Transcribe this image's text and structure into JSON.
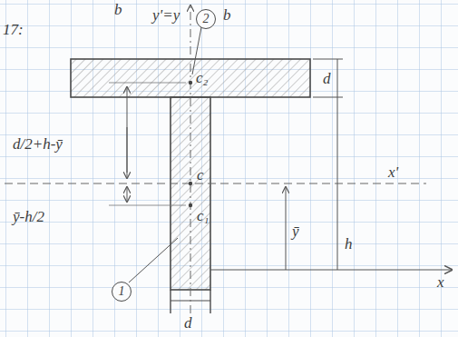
{
  "diagram": {
    "nodes": [
      {
        "text": [
          "2"
        ]
      },
      {
        "text": [
          "1"
        ]
      }
    ],
    "labels": [
      "17:",
      "b",
      "b",
      "y'=y",
      "c₂",
      "d",
      "d/2+h-ȳ",
      "c",
      "x'",
      "ȳ-h/2",
      "ȳ",
      "h",
      "c₁",
      "d",
      "x"
    ]
  }
}
